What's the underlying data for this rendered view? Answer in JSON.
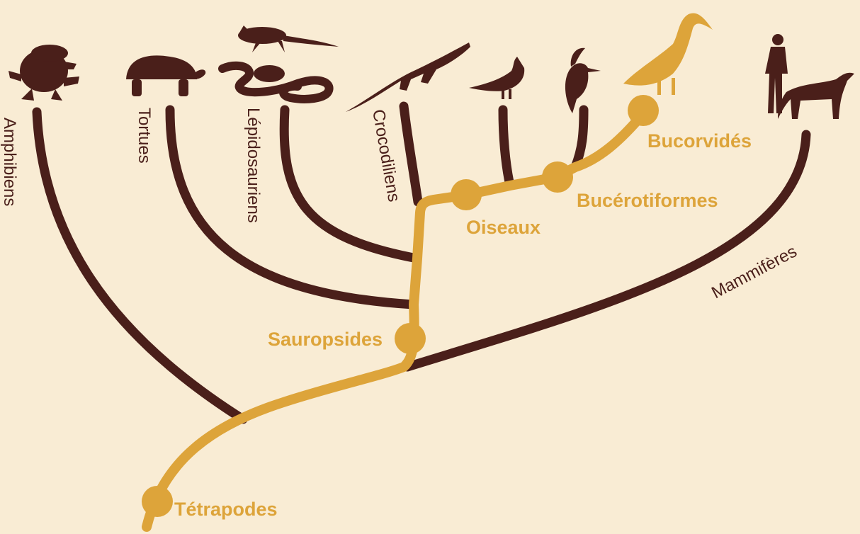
{
  "colors": {
    "background": "#f9ecd4",
    "branch": "#4a1f1a",
    "highlight": "#dda43a"
  },
  "taxa": {
    "amphibiens": "Amphibiens",
    "tortues": "Tortues",
    "lepidosauriens": "Lépidosauriens",
    "crocodiliens": "Crocodiliens",
    "mammiferes": "Mammifères"
  },
  "clades": {
    "tetrapodes": "Tétrapodes",
    "sauropsides": "Sauropsides",
    "oiseaux": "Oiseaux",
    "bucerotiformes": "Bucérotiformes",
    "bucorvides": "Bucorvidés"
  },
  "icons": [
    "frog-icon",
    "tortoise-icon",
    "lizard-icon",
    "snake-icon",
    "crocodile-icon",
    "cardinal-bird-icon",
    "hoopoe-icon",
    "ground-hornbill-icon",
    "human-icon",
    "wolf-icon"
  ]
}
